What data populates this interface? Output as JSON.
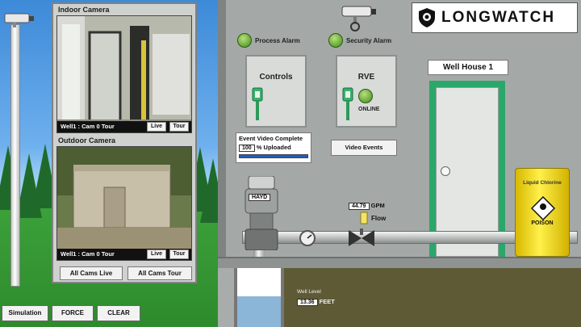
{
  "camera_panel": {
    "indoor_title": "Indoor Camera",
    "indoor_caption": "Well1 : Cam 0 Tour",
    "outdoor_title": "Outdoor Camera",
    "outdoor_caption": "Well1 : Cam 0 Tour",
    "live_label": "Live",
    "tour_label": "Tour",
    "all_live_label": "All Cams Live",
    "all_tour_label": "All Cams Tour"
  },
  "controls": {
    "simulation_label": "Simulation",
    "force_label": "FORCE",
    "clear_label": "CLEAR"
  },
  "brand": {
    "logo_text": "LONGWATCH"
  },
  "alarms": {
    "process_label": "Process Alarm",
    "security_label": "Security Alarm"
  },
  "cabinets": {
    "controls_title": "Controls",
    "rve_title": "RVE",
    "rve_status": "ONLINE"
  },
  "event_video": {
    "title": "Event Video Complete",
    "percent": "100",
    "percent_suffix": "% Uploaded",
    "progress_fraction": 1.0,
    "video_events_label": "Video Events"
  },
  "well_house": {
    "label": "Well House 1"
  },
  "flow": {
    "value": "44.79",
    "unit": "GPM",
    "label": "Flow"
  },
  "pump": {
    "brand": "HAYD"
  },
  "tank": {
    "line1": "Liquid Chlorine",
    "line2": "POISON"
  },
  "well_level": {
    "label": "Well Level",
    "value": "13.36",
    "unit": "FEET"
  },
  "colors": {
    "sky": "#3d8ad8",
    "grass": "#3ca23a",
    "door_frame": "#2aa86a",
    "alarm_green": "#3f8a1d",
    "tank_yellow": "#fff04a",
    "progress_blue": "#1f5fb8"
  }
}
